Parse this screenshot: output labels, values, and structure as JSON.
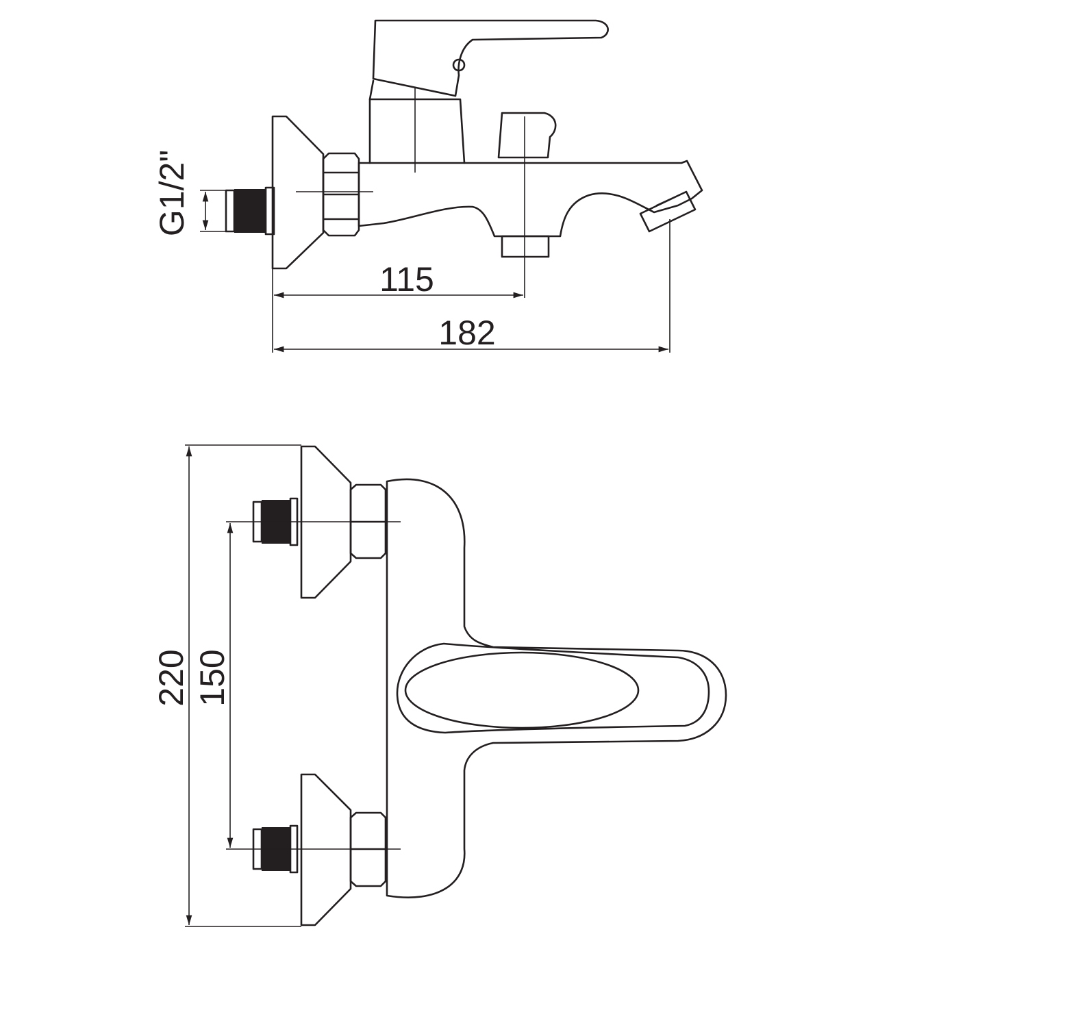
{
  "dimensions": {
    "thread_size": "G1/2\"",
    "spout_outlet_length": "115",
    "overall_projection": "182",
    "overall_height": "220",
    "inlet_centers": "150"
  },
  "colors": {
    "line": "#231f20",
    "background": "#ffffff"
  }
}
